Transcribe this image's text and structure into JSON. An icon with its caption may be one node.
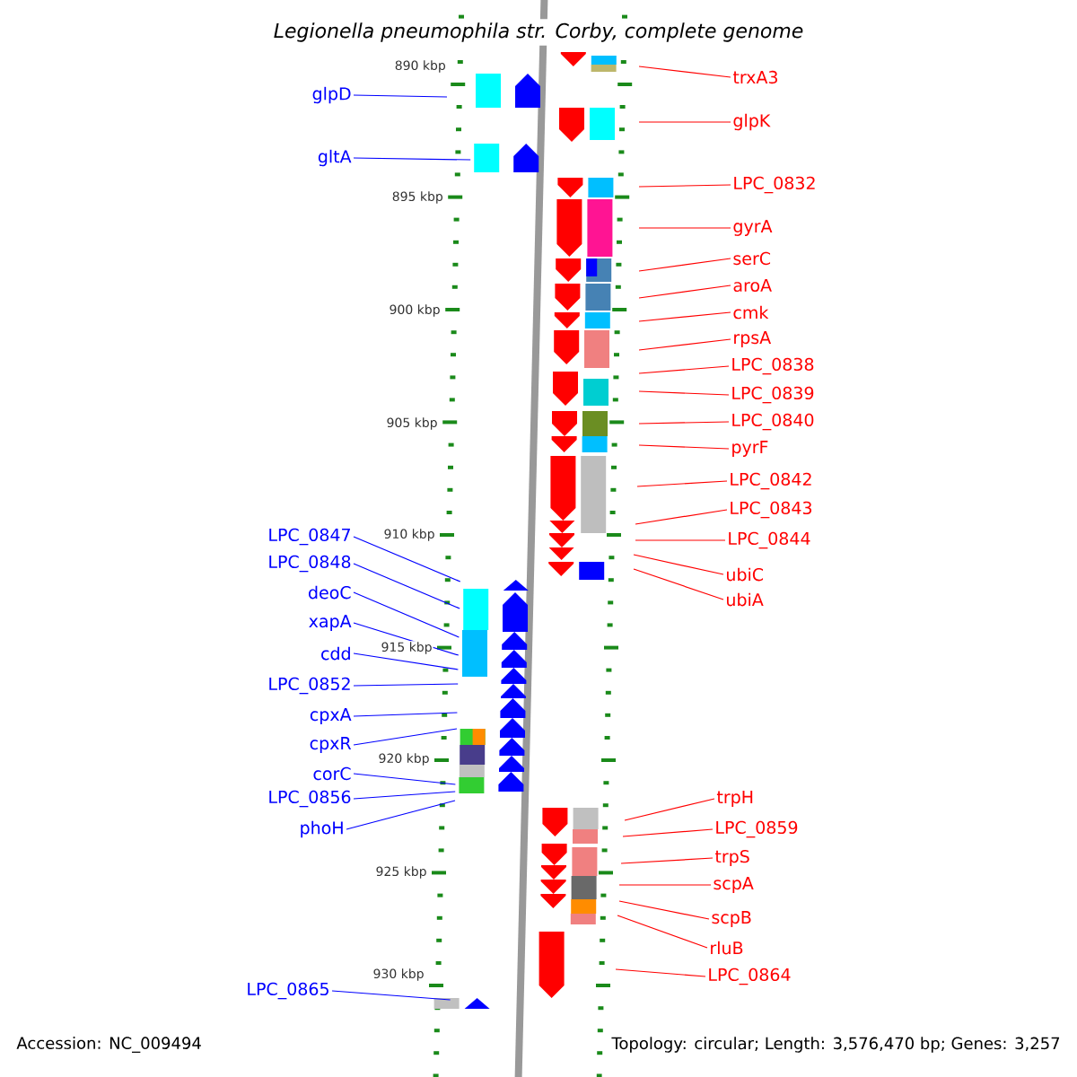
{
  "diagram": {
    "title": "Legionella pneumophila str. Corby, complete genome",
    "nodes": [
      {
        "text": [
          "glpD"
        ]
      },
      {
        "text": [
          "gltA"
        ]
      },
      {
        "text": [
          "LPC_0847"
        ]
      },
      {
        "text": [
          "LPC_0848"
        ]
      },
      {
        "text": [
          "deoC"
        ]
      },
      {
        "text": [
          "xapA"
        ]
      },
      {
        "text": [
          "cdd"
        ]
      },
      {
        "text": [
          "LPC_0852"
        ]
      },
      {
        "text": [
          "cpxA"
        ]
      },
      {
        "text": [
          "cpxR"
        ]
      },
      {
        "text": [
          "corC"
        ]
      },
      {
        "text": [
          "LPC_0856"
        ]
      },
      {
        "text": [
          "phoH"
        ]
      },
      {
        "text": [
          "LPC_0865"
        ]
      },
      {
        "text": [
          "trxA3"
        ]
      },
      {
        "text": [
          "glpK"
        ]
      },
      {
        "text": [
          "LPC_0832"
        ]
      },
      {
        "text": [
          "gyrA"
        ]
      },
      {
        "text": [
          "serC"
        ]
      },
      {
        "text": [
          "aroA"
        ]
      },
      {
        "text": [
          "cmk"
        ]
      },
      {
        "text": [
          "rpsA"
        ]
      },
      {
        "text": [
          "LPC_0838"
        ]
      },
      {
        "text": [
          "LPC_0839"
        ]
      },
      {
        "text": [
          "LPC_0840"
        ]
      },
      {
        "text": [
          "pyrF"
        ]
      },
      {
        "text": [
          "LPC_0842"
        ]
      },
      {
        "text": [
          "LPC_0843"
        ]
      },
      {
        "text": [
          "LPC_0844"
        ]
      },
      {
        "text": [
          "ubiC"
        ]
      },
      {
        "text": [
          "ubiA"
        ]
      },
      {
        "text": [
          "trpH"
        ]
      },
      {
        "text": [
          "LPC_0859"
        ]
      },
      {
        "text": [
          "trpS"
        ]
      },
      {
        "text": [
          "scpA"
        ]
      },
      {
        "text": [
          "scpB"
        ]
      },
      {
        "text": [
          "rluB"
        ]
      },
      {
        "text": [
          "LPC_0864"
        ]
      }
    ],
    "edges": [
      {
        "from": 0,
        "to": null,
        "arrow": "none",
        "color": "#0000ff"
      },
      {
        "from": 1,
        "to": null,
        "arrow": "none",
        "color": "#0000ff"
      },
      {
        "from": 2,
        "to": null,
        "arrow": "none",
        "color": "#0000ff"
      },
      {
        "from": 3,
        "to": null,
        "arrow": "none",
        "color": "#0000ff"
      },
      {
        "from": 4,
        "to": null,
        "arrow": "none",
        "color": "#0000ff"
      },
      {
        "from": 5,
        "to": null,
        "arrow": "none",
        "color": "#0000ff"
      },
      {
        "from": 6,
        "to": null,
        "arrow": "none",
        "color": "#0000ff"
      },
      {
        "from": 7,
        "to": null,
        "arrow": "none",
        "color": "#0000ff"
      },
      {
        "from": 8,
        "to": null,
        "arrow": "none",
        "color": "#0000ff"
      },
      {
        "from": 9,
        "to": null,
        "arrow": "none",
        "color": "#0000ff"
      },
      {
        "from": 10,
        "to": null,
        "arrow": "none",
        "color": "#0000ff"
      },
      {
        "from": 11,
        "to": null,
        "arrow": "none",
        "color": "#0000ff"
      },
      {
        "from": 12,
        "to": null,
        "arrow": "none",
        "color": "#0000ff"
      },
      {
        "from": 13,
        "to": null,
        "arrow": "none",
        "color": "#0000ff"
      },
      {
        "from": 14,
        "to": null,
        "arrow": "none"
      },
      {
        "from": 15,
        "to": null,
        "arrow": "none"
      },
      {
        "from": 16,
        "to": null,
        "arrow": "none"
      },
      {
        "from": 17,
        "to": null,
        "arrow": "none"
      },
      {
        "from": 18,
        "to": null,
        "arrow": "none"
      },
      {
        "from": 19,
        "to": null,
        "arrow": "none"
      },
      {
        "from": 20,
        "to": null,
        "arrow": "none"
      },
      {
        "from": 21,
        "to": null,
        "arrow": "none"
      },
      {
        "from": 22,
        "to": null,
        "arrow": "none"
      },
      {
        "from": 23,
        "to": null,
        "arrow": "none"
      },
      {
        "from": 24,
        "to": null,
        "arrow": "none"
      },
      {
        "from": 25,
        "to": null,
        "arrow": "none"
      },
      {
        "from": 26,
        "to": null,
        "arrow": "none"
      },
      {
        "from": 27,
        "to": null,
        "arrow": "none"
      },
      {
        "from": 28,
        "to": null,
        "arrow": "none"
      },
      {
        "from": 29,
        "to": null,
        "arrow": "none"
      },
      {
        "from": 30,
        "to": null,
        "arrow": "none"
      },
      {
        "from": 31,
        "to": null,
        "arrow": "none"
      },
      {
        "from": 32,
        "to": null,
        "arrow": "none"
      },
      {
        "from": 33,
        "to": null,
        "arrow": "none"
      },
      {
        "from": 34,
        "to": null,
        "arrow": "none"
      },
      {
        "from": 35,
        "to": null,
        "arrow": "none"
      },
      {
        "from": 36,
        "to": null,
        "arrow": "none"
      },
      {
        "from": 37,
        "to": null,
        "arrow": "none"
      }
    ],
    "labels": [
      "890 kbp",
      "895 kbp",
      "900 kbp",
      "905 kbp",
      "910 kbp",
      "915 kbp",
      "920 kbp",
      "925 kbp",
      "930 kbp",
      "Accession: NC_009494",
      "Topology: circular; Length: 3,576,470 bp; Genes: 3,257"
    ]
  }
}
